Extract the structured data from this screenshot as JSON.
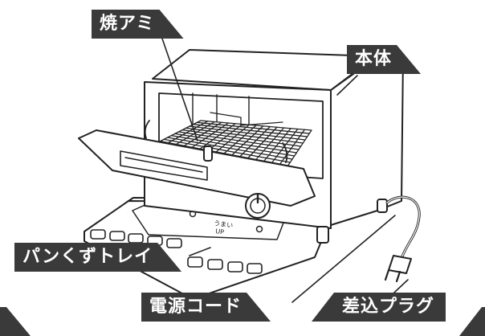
{
  "labels": {
    "grill_net": "焼アミ",
    "main_body": "本体",
    "crumb_tray": "パンくずトレイ",
    "power_cord": "電源コード",
    "plug": "差込プラグ"
  },
  "tray_text": "うまい\nUP"
}
